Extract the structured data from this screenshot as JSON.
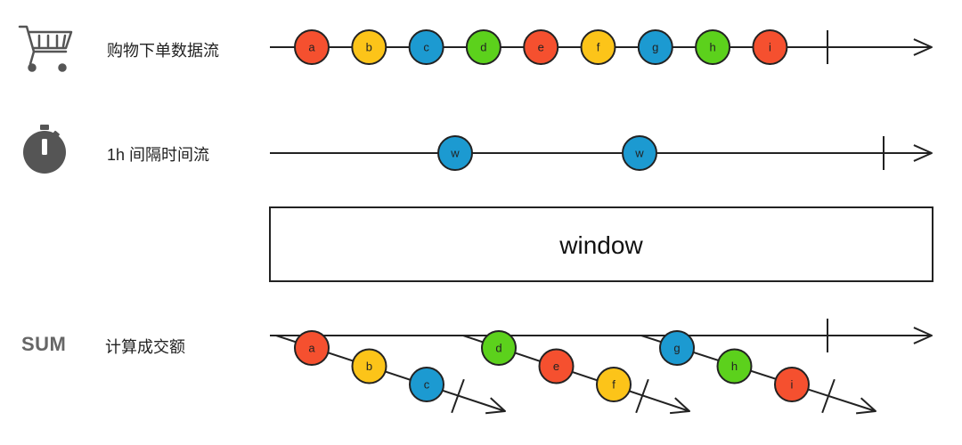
{
  "rows": {
    "orders": {
      "label": "购物下单数据流",
      "icon": "shopping-cart-icon",
      "events": [
        "a",
        "b",
        "c",
        "d",
        "e",
        "f",
        "g",
        "h",
        "i"
      ]
    },
    "timer": {
      "label": "1h 间隔时间流",
      "icon": "stopwatch-icon",
      "events": [
        "w",
        "w"
      ]
    },
    "window": {
      "label": "window"
    },
    "sum": {
      "tag": "SUM",
      "label": "计算成交额",
      "groups": [
        [
          "a",
          "b",
          "c"
        ],
        [
          "d",
          "e",
          "f"
        ],
        [
          "g",
          "h",
          "i"
        ]
      ]
    }
  },
  "colors": {
    "a": "#f5502f",
    "b": "#fcc419",
    "c": "#1c9ad1",
    "d": "#5cd11c",
    "e": "#f5502f",
    "f": "#fcc419",
    "g": "#1c9ad1",
    "h": "#5cd11c",
    "i": "#f5502f",
    "w": "#1c9ad1",
    "stroke": "#222222",
    "icon": "#555555"
  }
}
